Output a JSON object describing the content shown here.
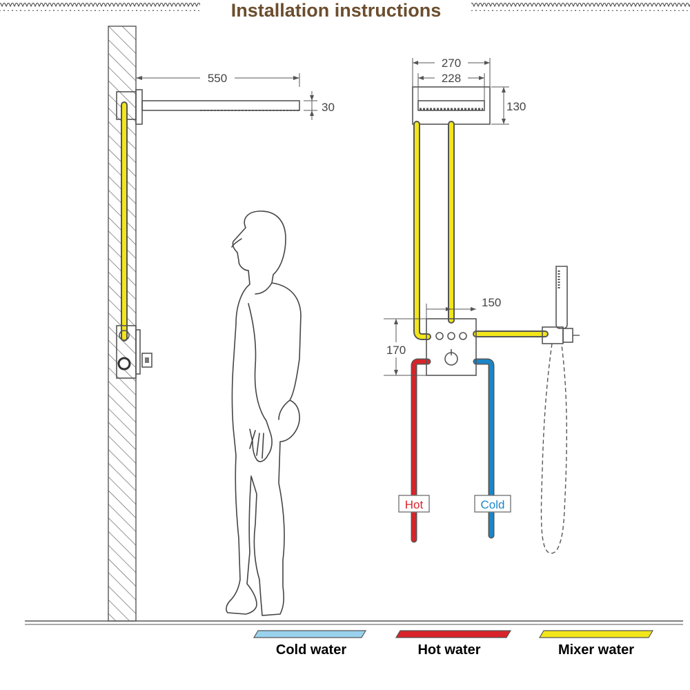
{
  "title": "Installation instructions",
  "dimensions": {
    "arm_length": "550",
    "arm_thickness": "30",
    "head_outer_width": "270",
    "head_inner_width": "228",
    "head_height": "130",
    "valve_offset": "150",
    "valve_height": "170"
  },
  "supply_labels": {
    "hot": "Hot",
    "cold": "Cold"
  },
  "legend": [
    {
      "label": "Cold water",
      "color": "#9ad2ee"
    },
    {
      "label": "Hot water",
      "color": "#d8232a"
    },
    {
      "label": "Mixer water",
      "color": "#f2e61a"
    }
  ],
  "colors": {
    "title": "#6b4e2e",
    "hot": "#d8232a",
    "cold": "#1a86c8",
    "mixer": "#f2e61a",
    "line": "#555555"
  }
}
